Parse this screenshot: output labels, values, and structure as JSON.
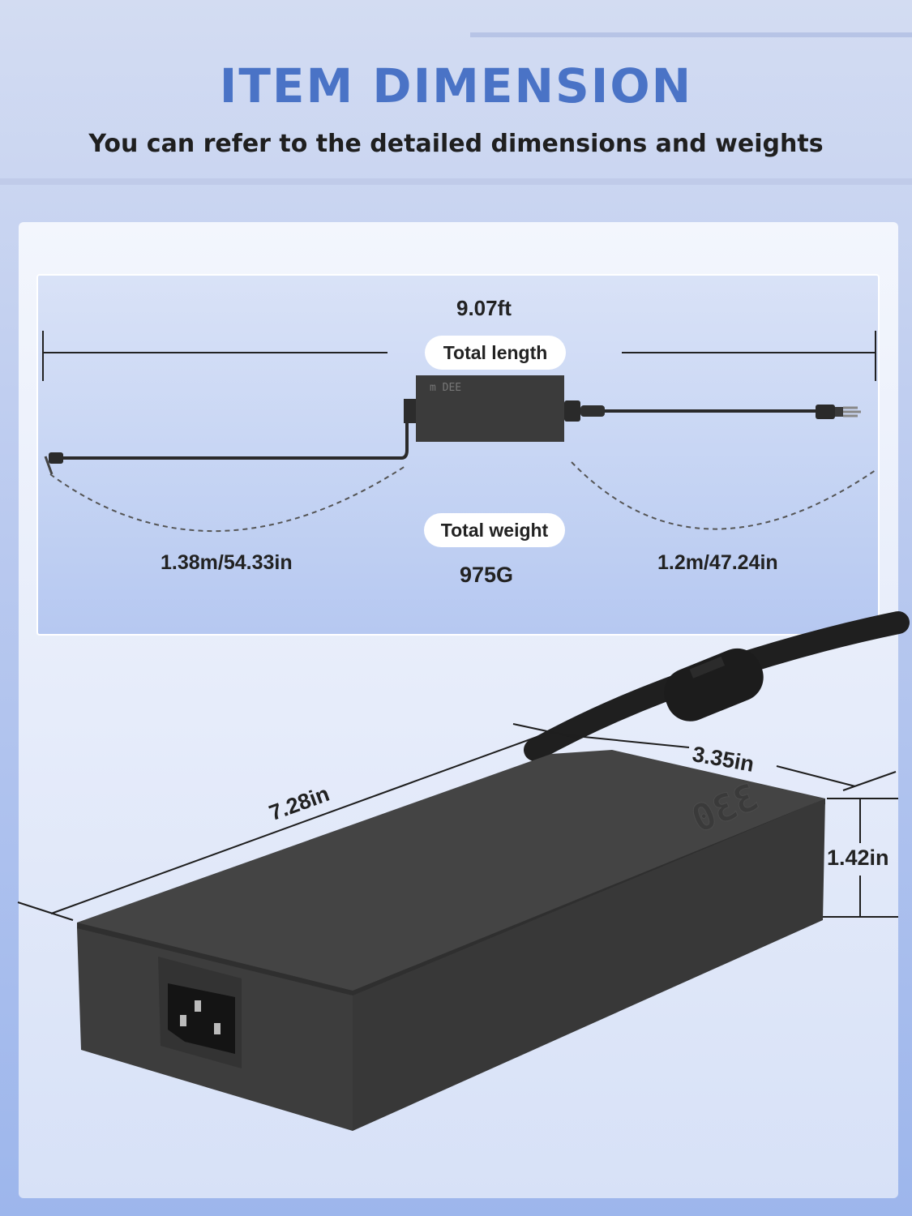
{
  "header": {
    "title": "ITEM DIMENSION",
    "subtitle": "You can refer to the detailed dimensions and weights"
  },
  "cable_panel": {
    "total_length_value": "9.07ft",
    "total_length_label": "Total length",
    "total_weight_label": "Total weight",
    "total_weight_value": "975G",
    "dc_cable_length": "1.38m/54.33in",
    "ac_cable_length": "1.2m/47.24in"
  },
  "adapter": {
    "brick_label": "DEE",
    "top_marking": "330",
    "length": "7.28in",
    "width": "3.35in",
    "height": "1.42in"
  },
  "colors": {
    "title": "#4a73c6",
    "adapter_body": "#3a3a3a",
    "panel_border": "#ffffff"
  },
  "icons": [
    "dc-plug-icon",
    "ac-plug-icon",
    "iec-socket-icon",
    "ferrite-bead-icon"
  ]
}
